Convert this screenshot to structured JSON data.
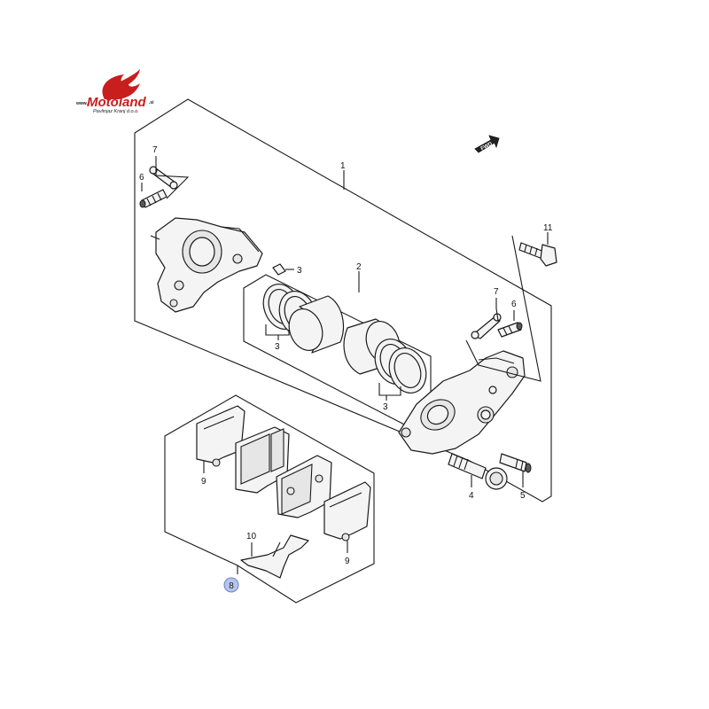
{
  "logo": {
    "www": "www.",
    "name": "Motoland",
    "suffix": ".si",
    "subtitle": "Pavlinjaz Kranj d.o.o."
  },
  "fwd_label": "FWD",
  "callouts": {
    "c1": "1",
    "c2": "2",
    "c3a": "3",
    "c3b": "3",
    "c3c": "3",
    "c4": "4",
    "c5": "5",
    "c6a": "6",
    "c6b": "6",
    "c7a": "7",
    "c7b": "7",
    "c9a": "9",
    "c9b": "9",
    "c10": "10",
    "c11": "11"
  },
  "highlight": {
    "label": "8",
    "color": "#b7c4ec"
  }
}
